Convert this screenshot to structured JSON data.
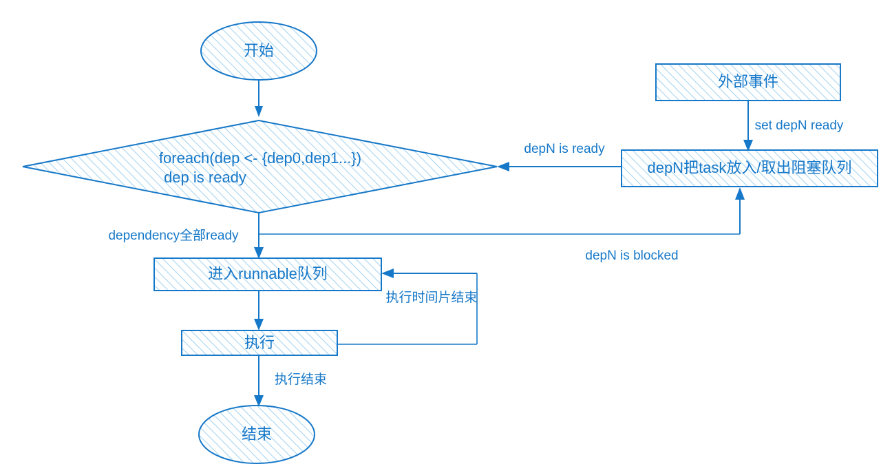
{
  "diagram": {
    "title": "Task scheduling / dependency flowchart",
    "colors": {
      "stroke": "#1678c8",
      "hatch": "#a9d5f2",
      "fill": "#ffffff",
      "text": "#1678c8",
      "background": "#ffffff"
    },
    "nodes": [
      {
        "id": "start",
        "shape": "ellipse",
        "label": "开始"
      },
      {
        "id": "decision",
        "shape": "diamond",
        "label_line1": "foreach(dep <- {dep0,dep1...})",
        "label_line2": "dep is ready"
      },
      {
        "id": "external",
        "shape": "rectangle",
        "label": "外部事件"
      },
      {
        "id": "blockq",
        "shape": "rectangle",
        "label": "depN把task放入/取出阻塞队列"
      },
      {
        "id": "runnable",
        "shape": "rectangle",
        "label": "进入runnable队列"
      },
      {
        "id": "execute",
        "shape": "rectangle",
        "label": "执行"
      },
      {
        "id": "end",
        "shape": "ellipse",
        "label": "结束"
      }
    ],
    "edges": [
      {
        "id": "start-to-decision",
        "from": "start",
        "to": "decision",
        "label": ""
      },
      {
        "id": "external-to-blockq",
        "from": "external",
        "to": "blockq",
        "label": "set depN ready"
      },
      {
        "id": "blockq-to-decision",
        "from": "blockq",
        "to": "decision",
        "label": "depN is ready"
      },
      {
        "id": "decision-to-runnable",
        "from": "decision",
        "to": "runnable",
        "label": "dependency全部ready"
      },
      {
        "id": "decision-to-blockq",
        "from": "decision",
        "to": "blockq",
        "label": "depN is blocked"
      },
      {
        "id": "runnable-to-execute",
        "from": "runnable",
        "to": "execute",
        "label": ""
      },
      {
        "id": "execute-to-runnable",
        "from": "execute",
        "to": "runnable",
        "label": "执行时间片结束"
      },
      {
        "id": "execute-to-end",
        "from": "execute",
        "to": "end",
        "label": "执行结束"
      }
    ]
  }
}
